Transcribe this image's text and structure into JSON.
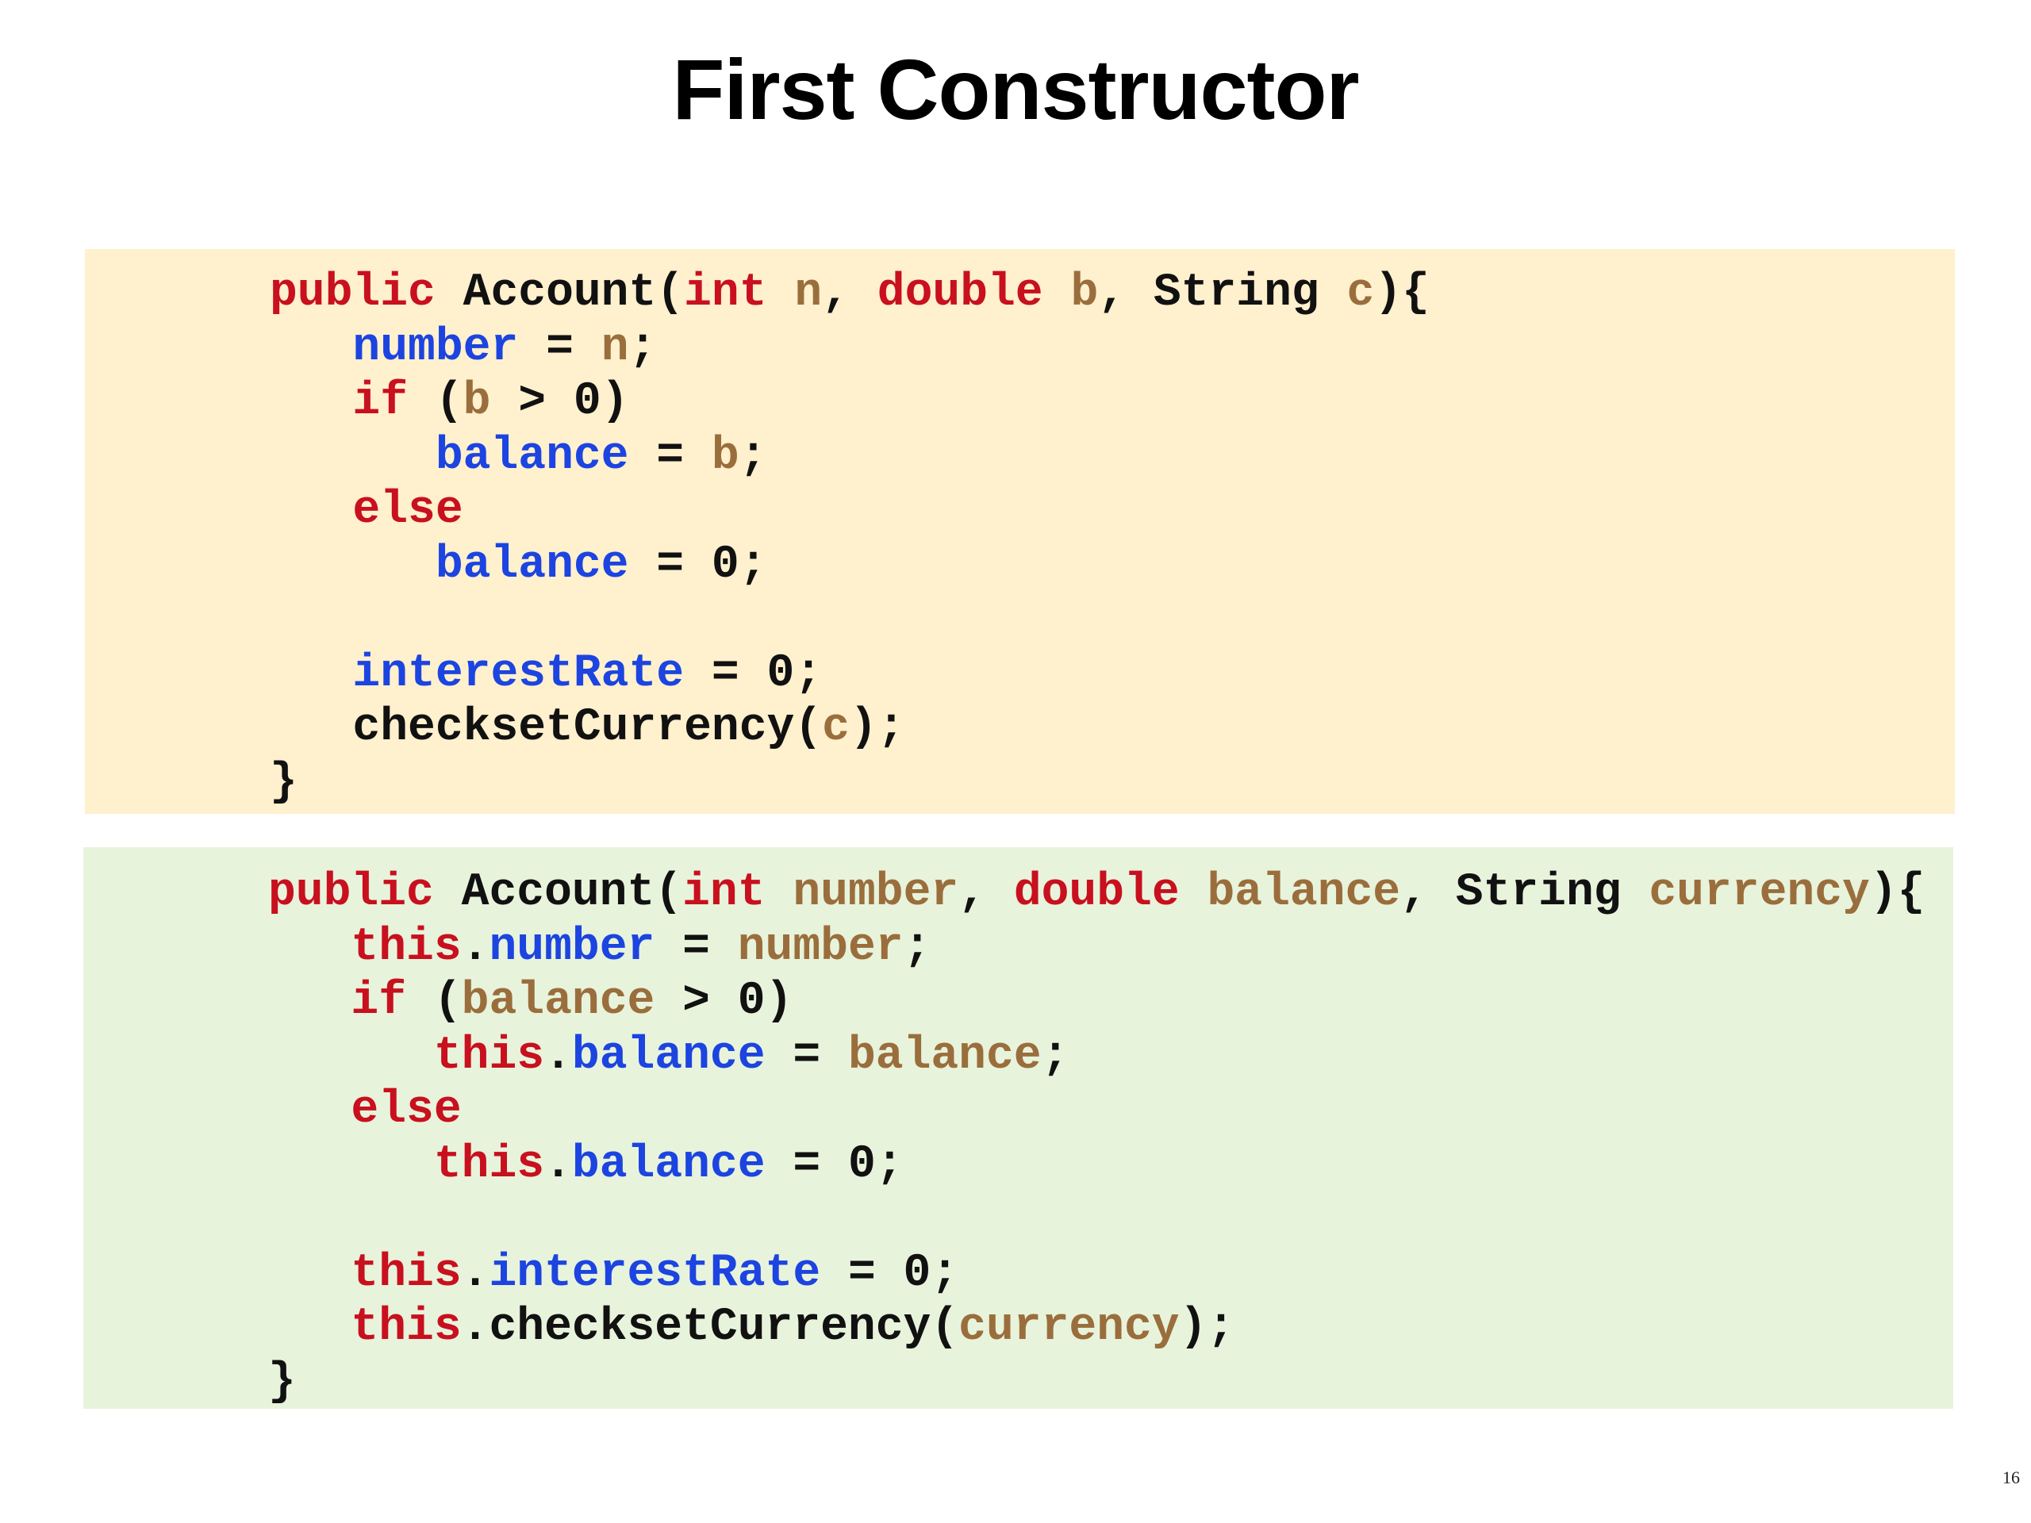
{
  "slide": {
    "title": "First Constructor",
    "page_number": "16"
  },
  "colors": {
    "box1_background": "#fff0ce",
    "box2_background": "#e8f3dc",
    "keyword": "#c8101e",
    "field": "#1c44e0",
    "parameter": "#9a6e3c",
    "plain": "#111111"
  },
  "code_blocks": [
    {
      "lines": [
        [
          {
            "t": "kw",
            "s": "public"
          },
          {
            "t": "plain",
            "s": " Account("
          },
          {
            "t": "kw",
            "s": "int"
          },
          {
            "t": "plain",
            "s": " "
          },
          {
            "t": "param",
            "s": "n"
          },
          {
            "t": "plain",
            "s": ", "
          },
          {
            "t": "kw",
            "s": "double"
          },
          {
            "t": "plain",
            "s": " "
          },
          {
            "t": "param",
            "s": "b"
          },
          {
            "t": "plain",
            "s": ", String "
          },
          {
            "t": "param",
            "s": "c"
          },
          {
            "t": "plain",
            "s": "){"
          }
        ],
        [
          {
            "t": "plain",
            "s": "   "
          },
          {
            "t": "field",
            "s": "number"
          },
          {
            "t": "plain",
            "s": " = "
          },
          {
            "t": "param",
            "s": "n"
          },
          {
            "t": "plain",
            "s": ";"
          }
        ],
        [
          {
            "t": "plain",
            "s": "   "
          },
          {
            "t": "kw",
            "s": "if"
          },
          {
            "t": "plain",
            "s": " ("
          },
          {
            "t": "param",
            "s": "b"
          },
          {
            "t": "plain",
            "s": " > 0)"
          }
        ],
        [
          {
            "t": "plain",
            "s": "      "
          },
          {
            "t": "field",
            "s": "balance"
          },
          {
            "t": "plain",
            "s": " = "
          },
          {
            "t": "param",
            "s": "b"
          },
          {
            "t": "plain",
            "s": ";"
          }
        ],
        [
          {
            "t": "plain",
            "s": "   "
          },
          {
            "t": "kw",
            "s": "else"
          }
        ],
        [
          {
            "t": "plain",
            "s": "      "
          },
          {
            "t": "field",
            "s": "balance"
          },
          {
            "t": "plain",
            "s": " = 0;"
          }
        ],
        [],
        [
          {
            "t": "plain",
            "s": "   "
          },
          {
            "t": "field",
            "s": "interestRate"
          },
          {
            "t": "plain",
            "s": " = 0;"
          }
        ],
        [
          {
            "t": "plain",
            "s": "   checksetCurrency("
          },
          {
            "t": "param",
            "s": "c"
          },
          {
            "t": "plain",
            "s": ");"
          }
        ],
        [
          {
            "t": "plain",
            "s": "}"
          }
        ]
      ]
    },
    {
      "lines": [
        [
          {
            "t": "kw",
            "s": "public"
          },
          {
            "t": "plain",
            "s": " Account("
          },
          {
            "t": "kw",
            "s": "int"
          },
          {
            "t": "plain",
            "s": " "
          },
          {
            "t": "param",
            "s": "number"
          },
          {
            "t": "plain",
            "s": ", "
          },
          {
            "t": "kw",
            "s": "double"
          },
          {
            "t": "plain",
            "s": " "
          },
          {
            "t": "param",
            "s": "balance"
          },
          {
            "t": "plain",
            "s": ", String "
          },
          {
            "t": "param",
            "s": "currency"
          },
          {
            "t": "plain",
            "s": "){"
          }
        ],
        [
          {
            "t": "plain",
            "s": "   "
          },
          {
            "t": "kw",
            "s": "this"
          },
          {
            "t": "plain",
            "s": "."
          },
          {
            "t": "field",
            "s": "number"
          },
          {
            "t": "plain",
            "s": " = "
          },
          {
            "t": "param",
            "s": "number"
          },
          {
            "t": "plain",
            "s": ";"
          }
        ],
        [
          {
            "t": "plain",
            "s": "   "
          },
          {
            "t": "kw",
            "s": "if"
          },
          {
            "t": "plain",
            "s": " ("
          },
          {
            "t": "param",
            "s": "balance"
          },
          {
            "t": "plain",
            "s": " > 0)"
          }
        ],
        [
          {
            "t": "plain",
            "s": "      "
          },
          {
            "t": "kw",
            "s": "this"
          },
          {
            "t": "plain",
            "s": "."
          },
          {
            "t": "field",
            "s": "balance"
          },
          {
            "t": "plain",
            "s": " = "
          },
          {
            "t": "param",
            "s": "balance"
          },
          {
            "t": "plain",
            "s": ";"
          }
        ],
        [
          {
            "t": "plain",
            "s": "   "
          },
          {
            "t": "kw",
            "s": "else"
          }
        ],
        [
          {
            "t": "plain",
            "s": "      "
          },
          {
            "t": "kw",
            "s": "this"
          },
          {
            "t": "plain",
            "s": "."
          },
          {
            "t": "field",
            "s": "balance"
          },
          {
            "t": "plain",
            "s": " = 0;"
          }
        ],
        [],
        [
          {
            "t": "plain",
            "s": "   "
          },
          {
            "t": "kw",
            "s": "this"
          },
          {
            "t": "plain",
            "s": "."
          },
          {
            "t": "field",
            "s": "interestRate"
          },
          {
            "t": "plain",
            "s": " = 0;"
          }
        ],
        [
          {
            "t": "plain",
            "s": "   "
          },
          {
            "t": "kw",
            "s": "this"
          },
          {
            "t": "plain",
            "s": ".checksetCurrency("
          },
          {
            "t": "param",
            "s": "currency"
          },
          {
            "t": "plain",
            "s": ");"
          }
        ],
        [
          {
            "t": "plain",
            "s": "}"
          }
        ]
      ]
    }
  ]
}
